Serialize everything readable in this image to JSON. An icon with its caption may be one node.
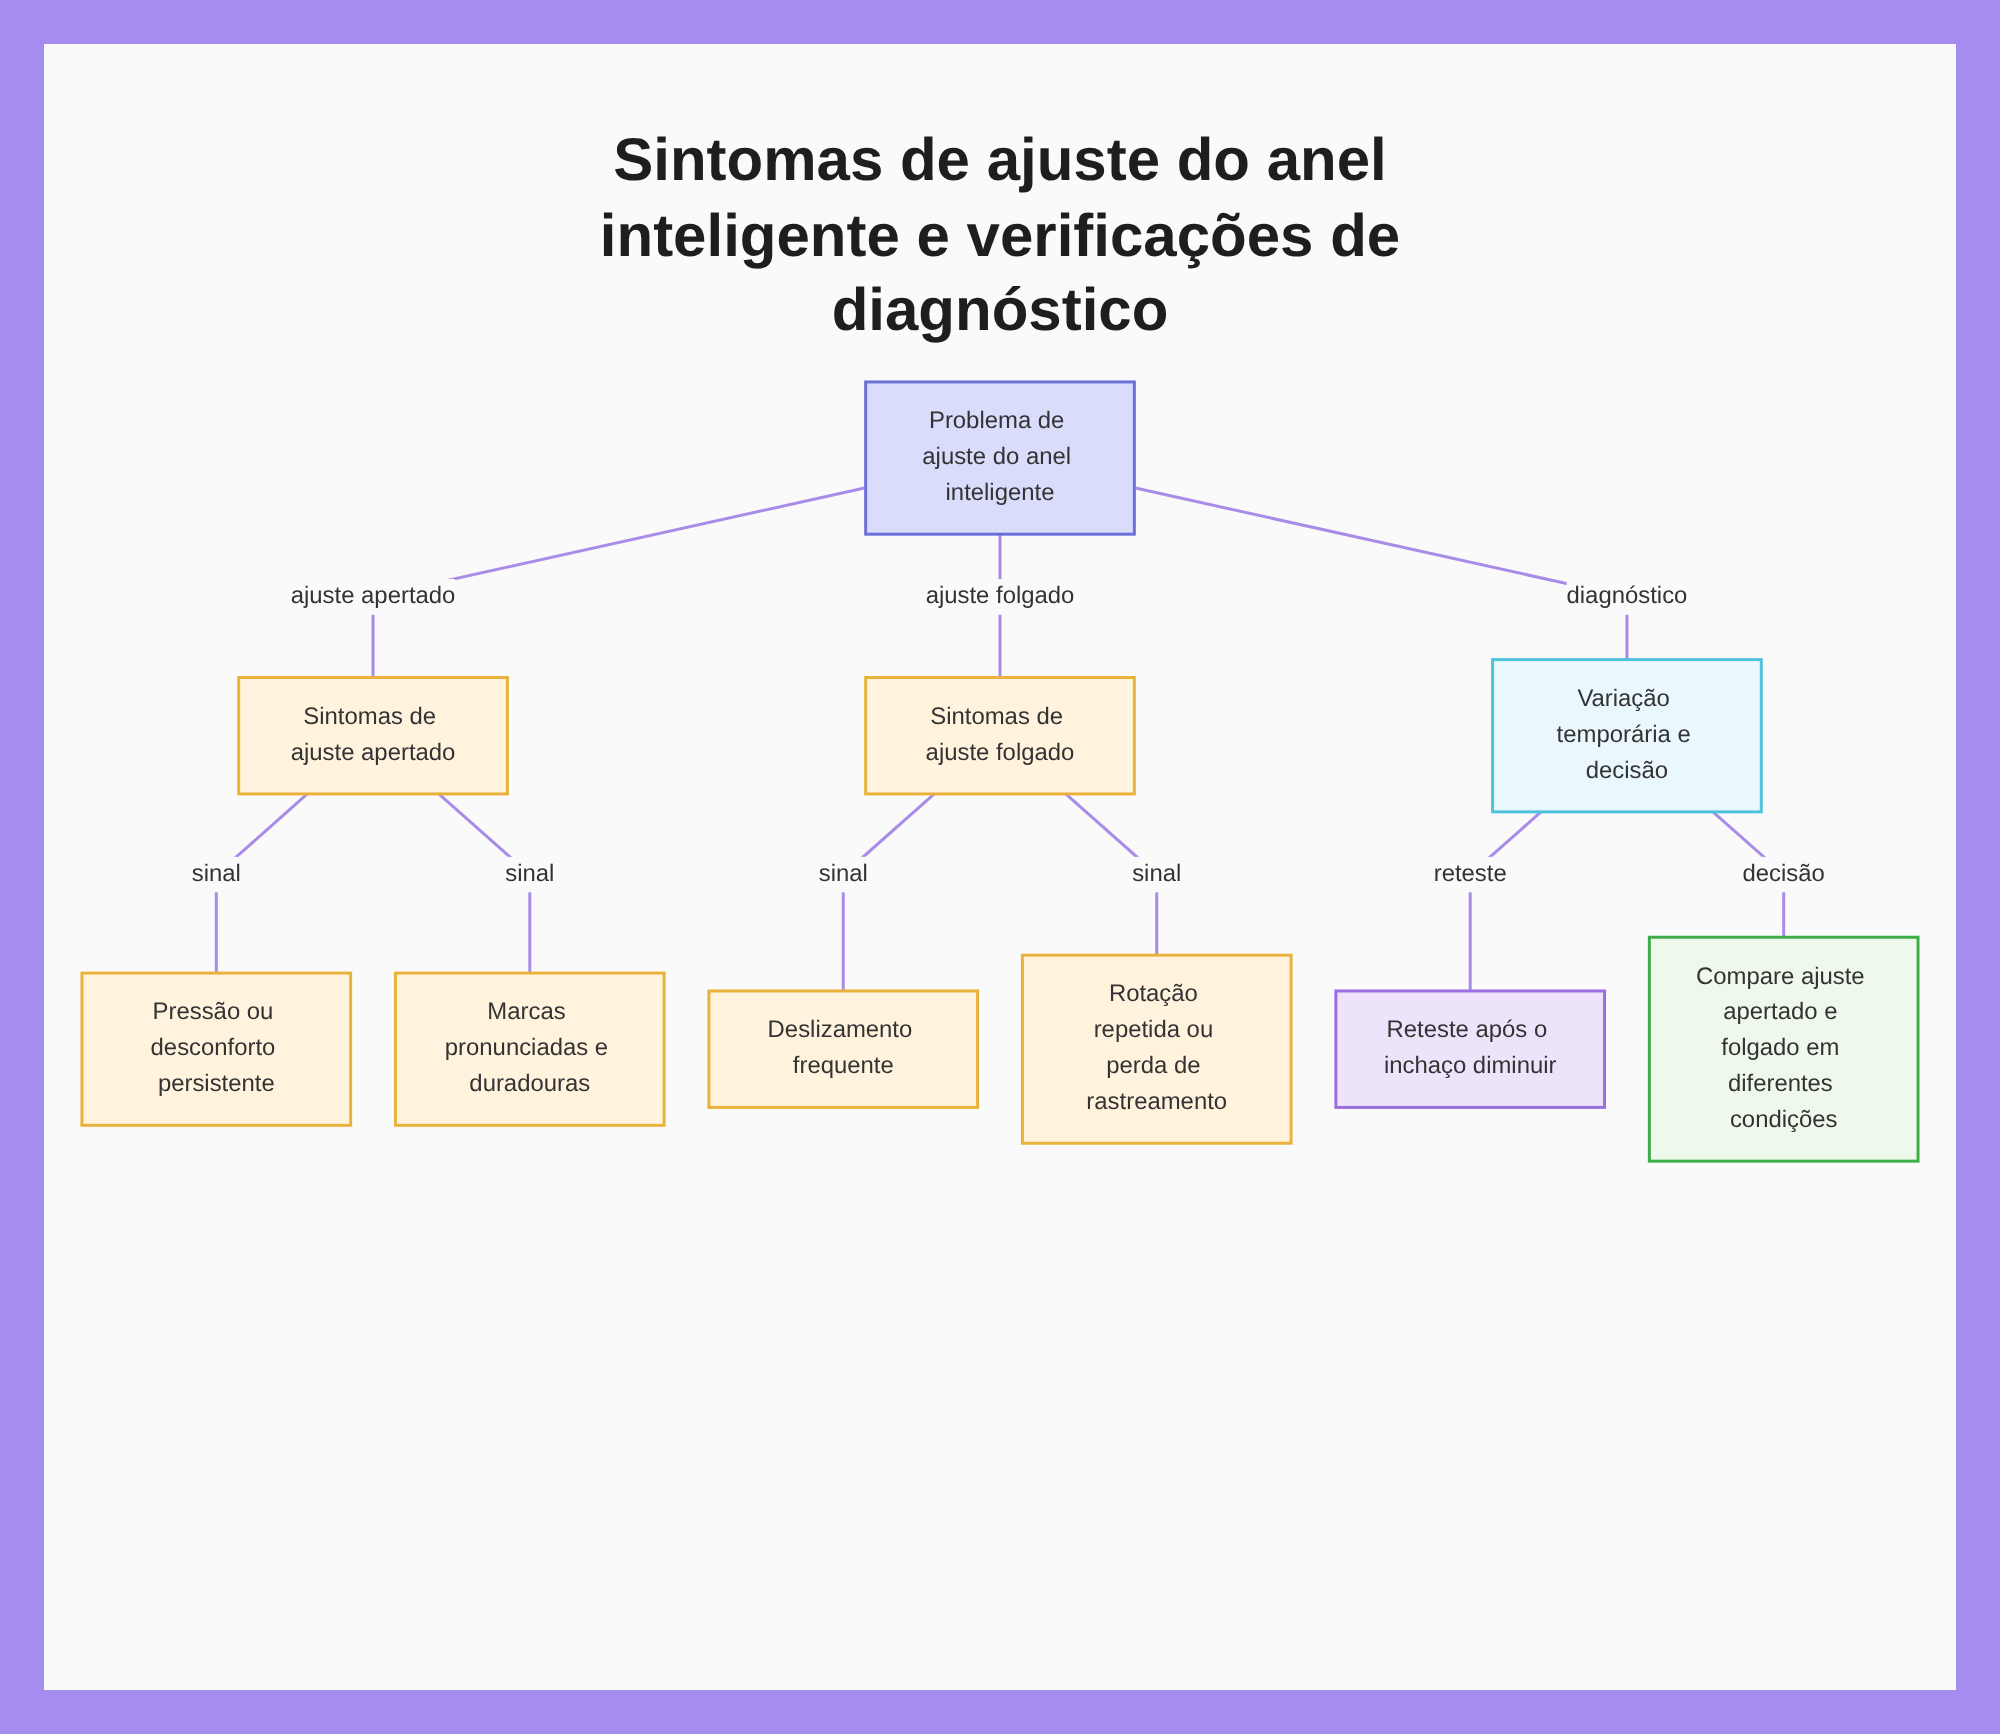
{
  "diagram": {
    "title": "Sintomas de ajuste do anel inteligente e verificações de diagnóstico",
    "nodes": [
      {
        "text": [
          "Problema de ajuste do anel inteligente"
        ]
      },
      {
        "text": [
          "Sintomas de ajuste apertado"
        ]
      },
      {
        "text": [
          "Sintomas de ajuste folgado"
        ]
      },
      {
        "text": [
          "Variação temporária e decisão"
        ]
      },
      {
        "text": [
          "Pressão ou desconforto persistente"
        ]
      },
      {
        "text": [
          "Marcas pronunciadas e duradouras"
        ]
      },
      {
        "text": [
          "Deslizamento frequente"
        ]
      },
      {
        "text": [
          "Rotação repetida ou perda de rastreamento"
        ]
      },
      {
        "text": [
          "Reteste após o inchaço diminuir"
        ]
      },
      {
        "text": [
          "Compare ajuste apertado e folgado em diferentes condições"
        ]
      }
    ],
    "edges": [
      {
        "from": 0,
        "to": 1,
        "arrow": "none",
        "label": "ajuste apertado"
      },
      {
        "from": 0,
        "to": 2,
        "arrow": "none",
        "label": "ajuste folgado"
      },
      {
        "from": 0,
        "to": 3,
        "arrow": "none",
        "label": "diagnóstico"
      },
      {
        "from": 1,
        "to": 4,
        "arrow": "none",
        "label": "sinal"
      },
      {
        "from": 1,
        "to": 5,
        "arrow": "none",
        "label": "sinal"
      },
      {
        "from": 2,
        "to": 6,
        "arrow": "none",
        "label": "sinal"
      },
      {
        "from": 2,
        "to": 7,
        "arrow": "none",
        "label": "sinal"
      },
      {
        "from": 3,
        "to": 8,
        "arrow": "none",
        "label": "reteste"
      },
      {
        "from": 3,
        "to": 9,
        "arrow": "none",
        "label": "decisão"
      }
    ]
  }
}
